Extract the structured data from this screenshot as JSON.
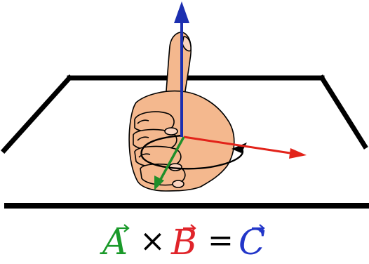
{
  "equation": {
    "a": {
      "letter": "A",
      "color": "#1a9a2a"
    },
    "times": "×",
    "b": {
      "letter": "B",
      "color": "#e0242a"
    },
    "equals": "=",
    "c": {
      "letter": "C",
      "color": "#2236c9"
    },
    "operator_color": "#000000"
  },
  "vectors": {
    "a": {
      "name": "A",
      "color": "#1f8f2a"
    },
    "b": {
      "name": "B",
      "color": "#e2231a"
    },
    "c": {
      "name": "C",
      "color": "#1c2fb0"
    }
  },
  "colors": {
    "plane_edge": "#000000",
    "skin": "#f4b88e",
    "skin_outline": "#000000",
    "rotation_arrow": "#000000"
  }
}
